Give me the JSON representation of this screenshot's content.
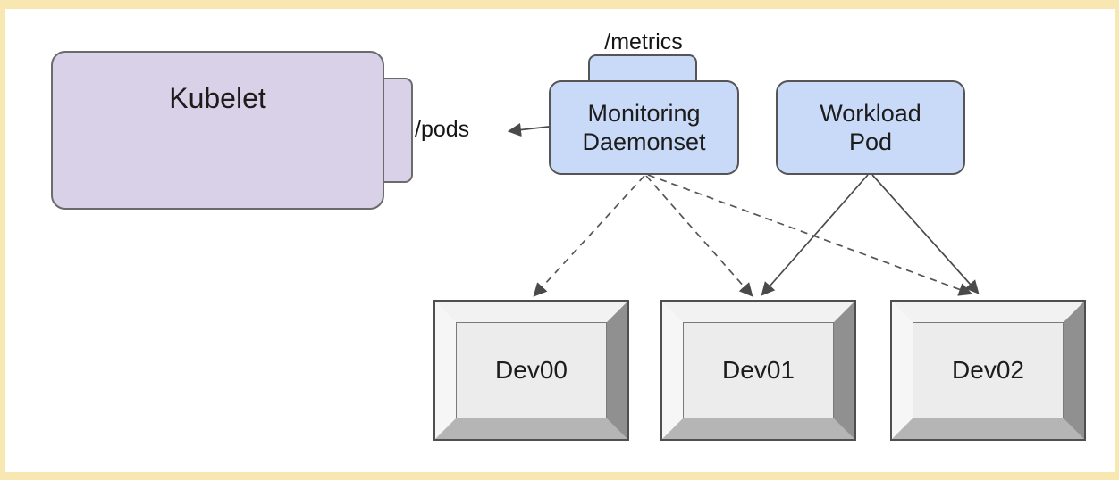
{
  "nodes": {
    "kubelet": {
      "label": "Kubelet"
    },
    "monitoring": {
      "line1": "Monitoring",
      "line2": "Daemonset"
    },
    "workload": {
      "line1": "Workload",
      "line2": "Pod"
    },
    "dev00": {
      "label": "Dev00"
    },
    "dev01": {
      "label": "Dev01"
    },
    "dev02": {
      "label": "Dev02"
    }
  },
  "labels": {
    "pods": "/pods",
    "metrics": "/metrics"
  },
  "edges": [
    {
      "from": "monitoring-daemonset",
      "to": "kubelet",
      "style": "solid",
      "label": "/pods"
    },
    {
      "from": "monitoring-daemonset",
      "to": "dev00",
      "style": "dashed"
    },
    {
      "from": "monitoring-daemonset",
      "to": "dev01",
      "style": "dashed"
    },
    {
      "from": "monitoring-daemonset",
      "to": "dev02",
      "style": "dashed"
    },
    {
      "from": "workload-pod",
      "to": "dev01",
      "style": "solid"
    },
    {
      "from": "workload-pod",
      "to": "dev02",
      "style": "solid"
    }
  ],
  "colors": {
    "frame_border": "#f9e7b1",
    "kubelet_fill": "#d8d1e7",
    "pod_fill": "#c9daf8",
    "node_stroke": "#555555",
    "arrow": "#4a4a4a",
    "device_face": "#ececec"
  }
}
